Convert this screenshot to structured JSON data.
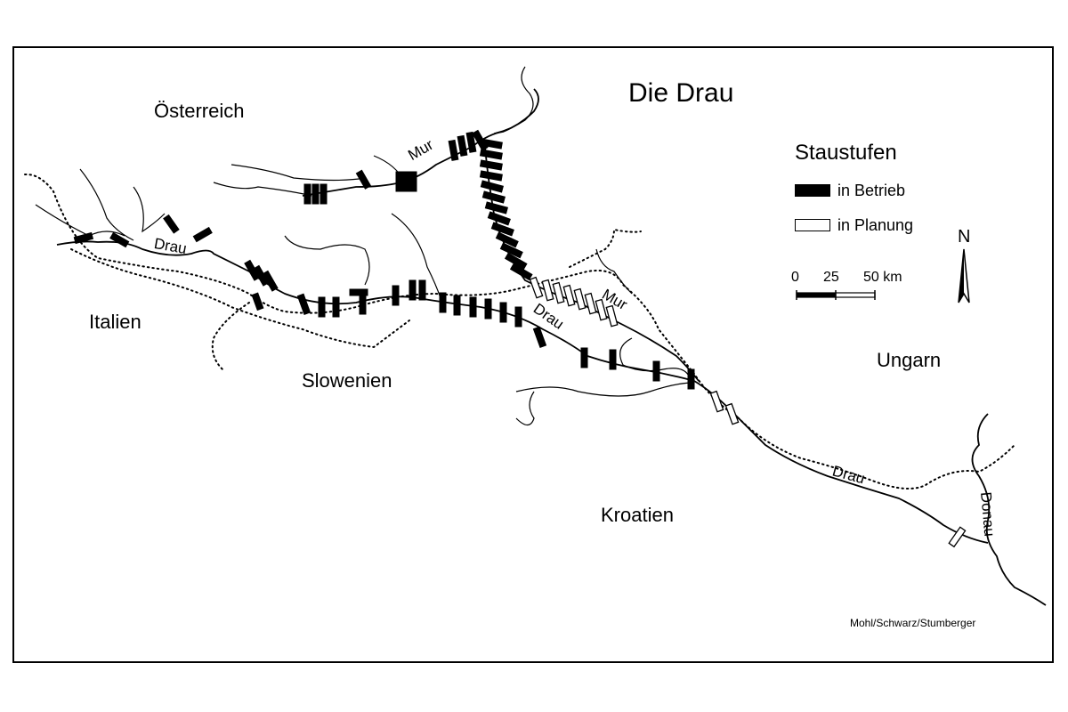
{
  "title": "Die Drau",
  "countries": {
    "austria": "Österreich",
    "italy": "Italien",
    "slovenia": "Slowenien",
    "hungary": "Ungarn",
    "croatia": "Kroatien"
  },
  "rivers": {
    "mur_upper": "Mur",
    "mur_lower": "Mur",
    "drau_upper": "Drau",
    "drau_middle": "Drau",
    "drau_lower": "Drau",
    "donau": "Donau"
  },
  "legend": {
    "title": "Staustufen",
    "items": [
      {
        "label": "in Betrieb",
        "swatch": "#000000"
      },
      {
        "label": "in Planung",
        "swatch": "#ffffff"
      }
    ]
  },
  "scale": {
    "ticks": [
      "0",
      "25",
      "50 km"
    ]
  },
  "north": "N",
  "credit": "Mohl/Schwarz/Stumberger"
}
